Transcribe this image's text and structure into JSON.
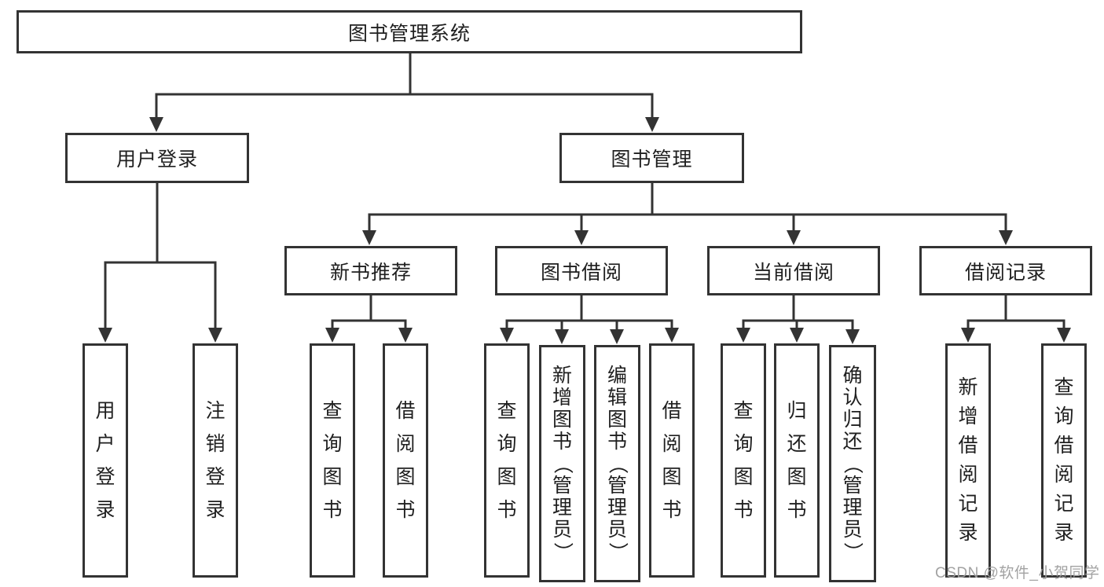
{
  "diagram": {
    "root": {
      "label": "图书管理系统"
    },
    "level2": [
      {
        "label": "用户登录"
      },
      {
        "label": "图书管理"
      }
    ],
    "level3": [
      {
        "label": "新书推荐"
      },
      {
        "label": "图书借阅"
      },
      {
        "label": "当前借阅"
      },
      {
        "label": "借阅记录"
      }
    ],
    "leaves": [
      {
        "label": "用户登录"
      },
      {
        "label": "注销登录"
      },
      {
        "label": "查询图书"
      },
      {
        "label": "借阅图书"
      },
      {
        "label": "查询图书"
      },
      {
        "label": "新增图书（管理员）"
      },
      {
        "label": "编辑图书（管理员）"
      },
      {
        "label": "借阅图书"
      },
      {
        "label": "查询图书"
      },
      {
        "label": "归还图书"
      },
      {
        "label": "确认归还（管理员）"
      },
      {
        "label": "新增借阅记录"
      },
      {
        "label": "查询借阅记录"
      }
    ],
    "line_color": "#333333",
    "watermark": "CSDN @软件_小贺同学"
  }
}
